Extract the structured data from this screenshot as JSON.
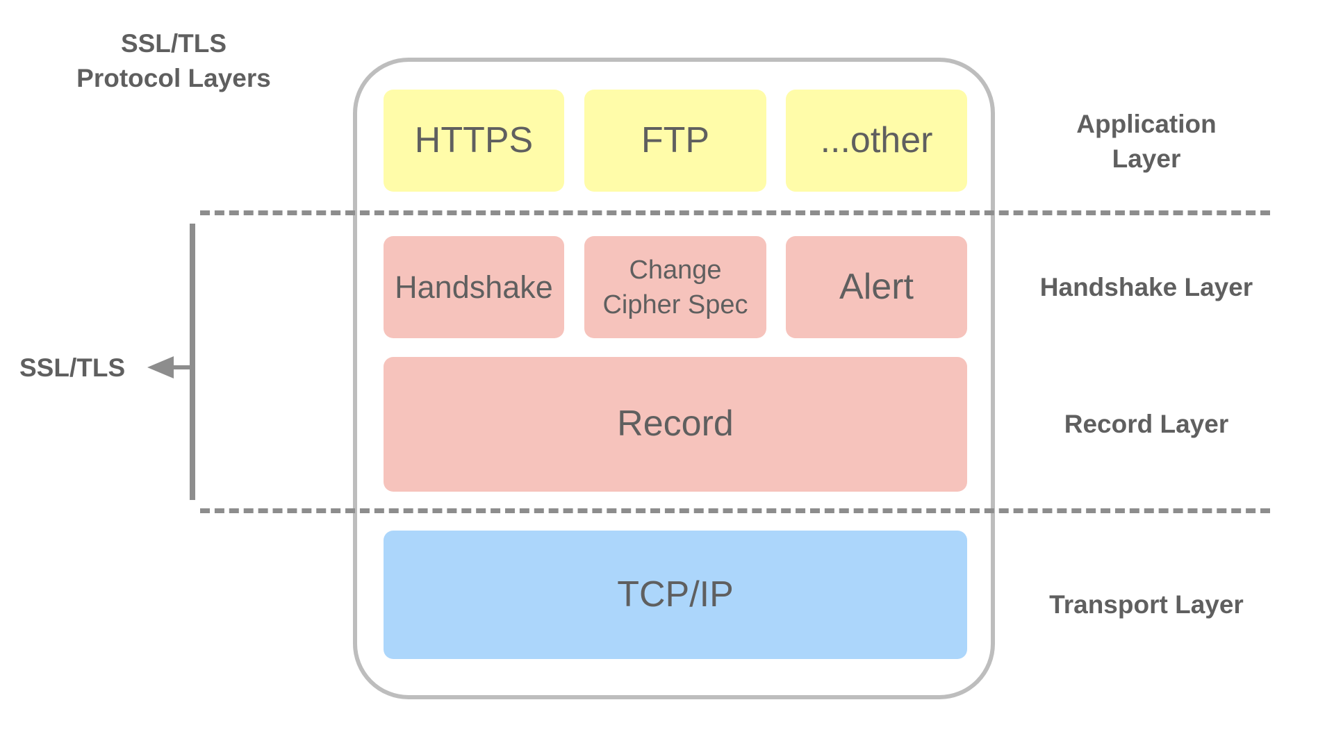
{
  "title": {
    "line1": "SSL/TLS",
    "line2": "Protocol Layers"
  },
  "side_label": "SSL/TLS",
  "application": {
    "boxes": [
      "HTTPS",
      "FTP",
      "...other"
    ],
    "label_line1": "Application",
    "label_line2": "Layer"
  },
  "handshake": {
    "boxes": [
      "Handshake",
      "Change",
      "Cipher Spec",
      "Alert"
    ],
    "label": "Handshake Layer"
  },
  "record": {
    "box": "Record",
    "label": "Record Layer"
  },
  "transport": {
    "box": "TCP/IP",
    "label": "Transport Layer"
  },
  "colors": {
    "application": "#fffca9",
    "ssl_tls": "#f6c3bc",
    "transport": "#acd6fb",
    "frame": "#bdbdbd",
    "lines": "#8d8d8d",
    "text": "#5f5f5f"
  }
}
